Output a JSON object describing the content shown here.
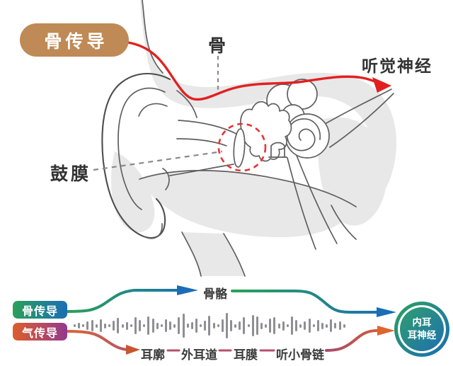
{
  "anatomy": {
    "badge": "骨传导",
    "labels": {
      "bone": "骨",
      "auditory_nerve": "听觉神经",
      "eardrum": "鼓膜"
    },
    "colors": {
      "badge_bg": "#bf8a55",
      "conduction_path_red": "#e22020",
      "focus_dashed_circle": "#e73333",
      "leader_dashed": "#8a8a8a",
      "outline_gray": "#5f5f5f",
      "shading_gray": "#e8e8e9"
    }
  },
  "flow": {
    "sources": [
      {
        "id": "bone-conduction",
        "label": "骨传导",
        "gradient": [
          "#2ba158",
          "#1a6db6"
        ]
      },
      {
        "id": "air-conduction",
        "label": "气传导",
        "gradient": [
          "#dd5e2b",
          "#93398f"
        ]
      }
    ],
    "bone_path": {
      "label": "骨骼",
      "line_gradient": [
        "#2ba158",
        "#1a6db6"
      ],
      "arrow_color": "#1a6db6"
    },
    "air_path": {
      "labels": [
        "耳廓",
        "外耳道",
        "耳膜",
        "听小骨链"
      ],
      "connector_color": "#b5506a",
      "start_gradient": [
        "#d96634",
        "#b5506a"
      ],
      "end_gradient": [
        "#a4486e",
        "#e0642e"
      ],
      "arrow_colors": [
        "#c9552f",
        "#e0642e"
      ]
    },
    "target": {
      "line1": "内耳",
      "line2": "耳神经",
      "ring_gradient": [
        "#2ca15c",
        "#1a6db6"
      ],
      "inner_gradient": [
        "#2e9f6e",
        "#1e6fae"
      ]
    },
    "waveform": {
      "bar_color": "#8f8f93",
      "heights": [
        4,
        8,
        4,
        12,
        16,
        5,
        18,
        7,
        4,
        14,
        22,
        5,
        11,
        4,
        24,
        16,
        4,
        26,
        20,
        9,
        4,
        18,
        12,
        5,
        24,
        34,
        6,
        10,
        20,
        4,
        14,
        28,
        8,
        4,
        18,
        36,
        16,
        5,
        12,
        24,
        4,
        30,
        26,
        9,
        5,
        20,
        24,
        7,
        13,
        4,
        26,
        16,
        5,
        12,
        20,
        4,
        16,
        9,
        5,
        18,
        8,
        12,
        5
      ]
    },
    "label_text_color": "#3b3b3b"
  }
}
